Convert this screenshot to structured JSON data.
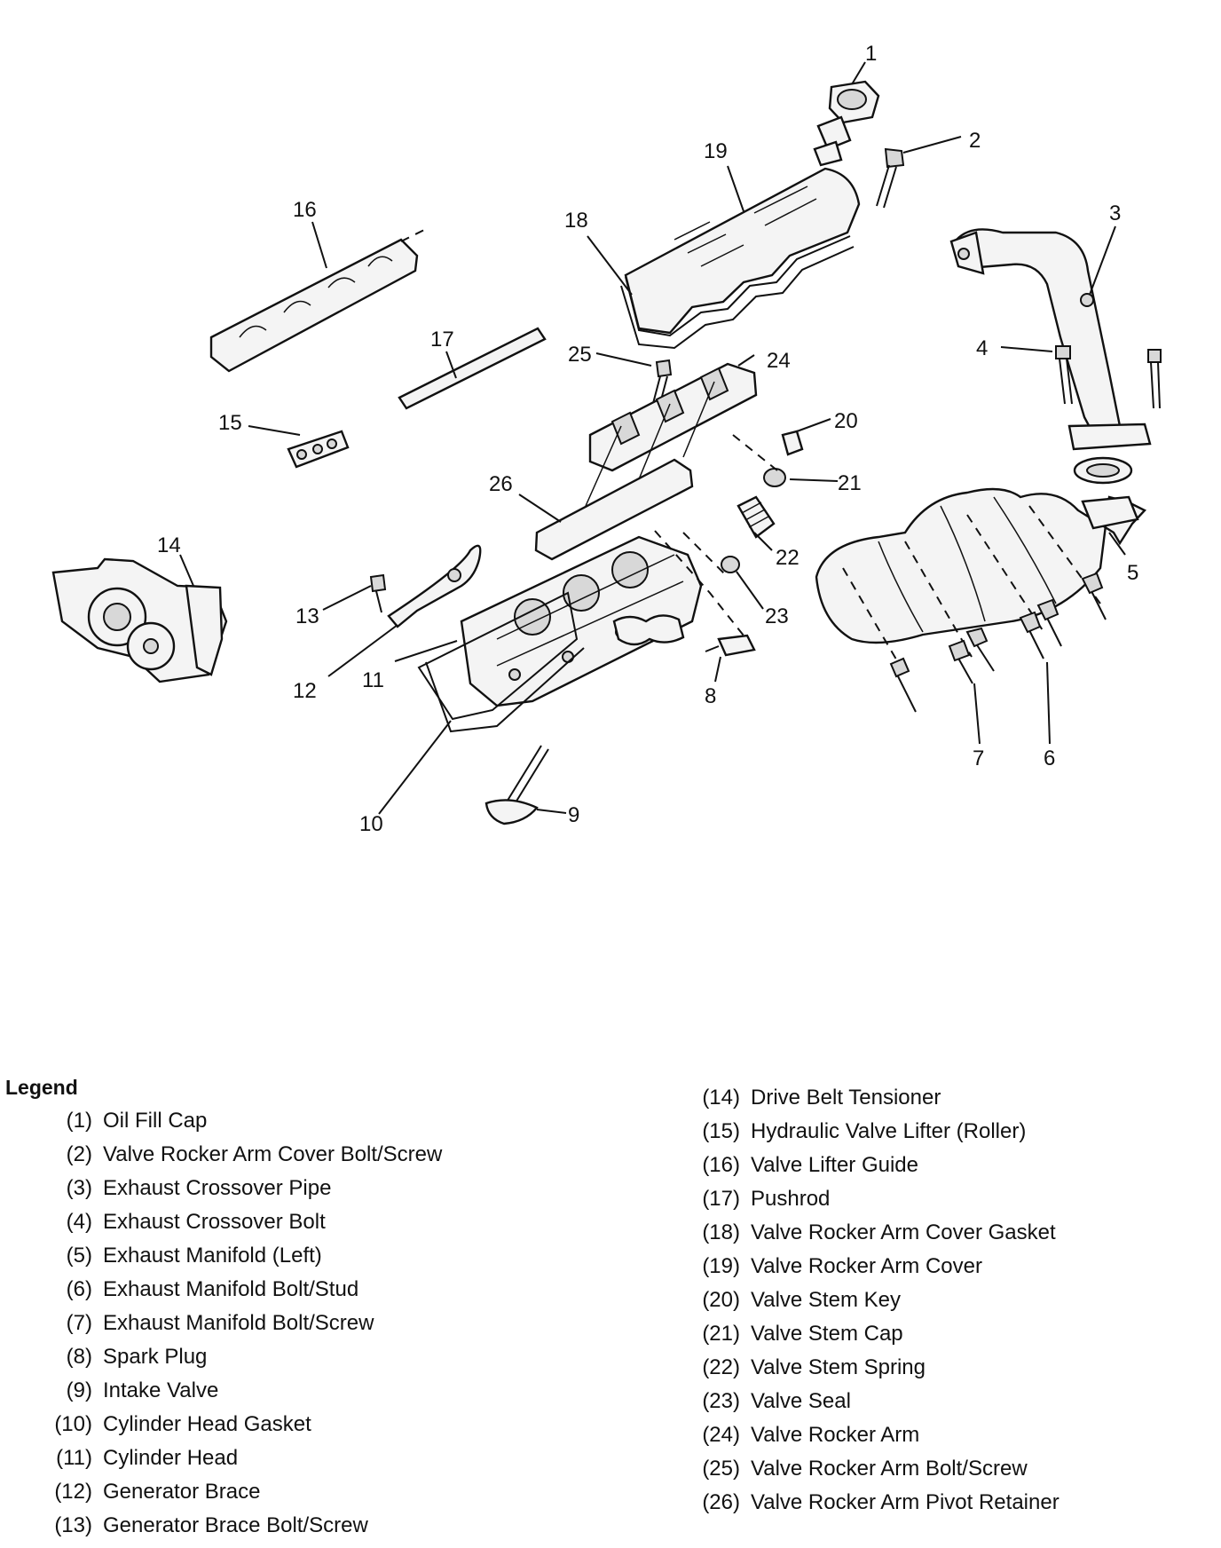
{
  "callouts": [
    "1",
    "2",
    "3",
    "4",
    "5",
    "6",
    "7",
    "8",
    "9",
    "10",
    "11",
    "12",
    "13",
    "14",
    "15",
    "16",
    "17",
    "18",
    "19",
    "20",
    "21",
    "22",
    "23",
    "24",
    "25",
    "26"
  ],
  "legend": {
    "title": "Legend",
    "items": [
      {
        "num": "(1)",
        "label": "Oil Fill Cap"
      },
      {
        "num": "(2)",
        "label": "Valve Rocker Arm Cover Bolt/Screw"
      },
      {
        "num": "(3)",
        "label": "Exhaust Crossover Pipe"
      },
      {
        "num": "(4)",
        "label": "Exhaust Crossover Bolt"
      },
      {
        "num": "(5)",
        "label": "Exhaust Manifold (Left)"
      },
      {
        "num": "(6)",
        "label": "Exhaust Manifold Bolt/Stud"
      },
      {
        "num": "(7)",
        "label": "Exhaust Manifold Bolt/Screw"
      },
      {
        "num": "(8)",
        "label": "Spark Plug"
      },
      {
        "num": "(9)",
        "label": "Intake Valve"
      },
      {
        "num": "(10)",
        "label": "Cylinder Head Gasket"
      },
      {
        "num": "(11)",
        "label": "Cylinder Head"
      },
      {
        "num": "(12)",
        "label": "Generator Brace"
      },
      {
        "num": "(13)",
        "label": "Generator Brace Bolt/Screw"
      },
      {
        "num": "(14)",
        "label": "Drive Belt Tensioner"
      },
      {
        "num": "(15)",
        "label": "Hydraulic Valve Lifter (Roller)"
      },
      {
        "num": "(16)",
        "label": "Valve Lifter Guide"
      },
      {
        "num": "(17)",
        "label": "Pushrod"
      },
      {
        "num": "(18)",
        "label": "Valve Rocker Arm Cover Gasket"
      },
      {
        "num": "(19)",
        "label": "Valve Rocker Arm Cover"
      },
      {
        "num": "(20)",
        "label": "Valve Stem Key"
      },
      {
        "num": "(21)",
        "label": "Valve Stem Cap"
      },
      {
        "num": "(22)",
        "label": "Valve Stem Spring"
      },
      {
        "num": "(23)",
        "label": "Valve Seal"
      },
      {
        "num": "(24)",
        "label": "Valve Rocker Arm"
      },
      {
        "num": "(25)",
        "label": "Valve Rocker Arm Bolt/Screw"
      },
      {
        "num": "(26)",
        "label": "Valve Rocker Arm Pivot Retainer"
      }
    ]
  }
}
